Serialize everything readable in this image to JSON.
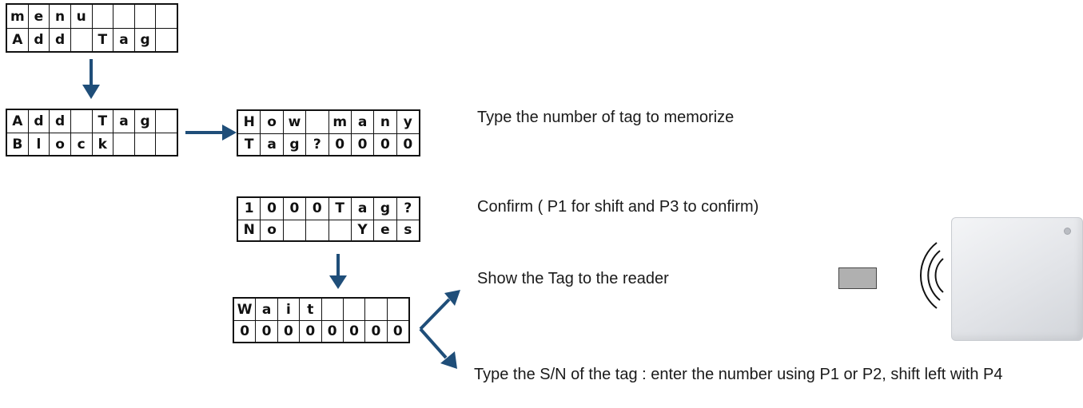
{
  "lcd_menu": {
    "row1": [
      "m",
      "e",
      "n",
      "u",
      "",
      "",
      "",
      ""
    ],
    "row2": [
      "A",
      "d",
      "d",
      "",
      "T",
      "a",
      "g",
      ""
    ]
  },
  "lcd_add_block": {
    "row1": [
      "A",
      "d",
      "d",
      "",
      "T",
      "a",
      "g",
      ""
    ],
    "row2": [
      "B",
      "l",
      "o",
      "c",
      "k",
      "",
      "",
      ""
    ]
  },
  "lcd_how_many": {
    "row1": [
      "H",
      "o",
      "w",
      "",
      "m",
      "a",
      "n",
      "y"
    ],
    "row2": [
      "T",
      "a",
      "g",
      "?",
      "0",
      "0",
      "0",
      "0"
    ]
  },
  "lcd_confirm": {
    "row1": [
      "1",
      "0",
      "0",
      "0",
      "T",
      "a",
      "g",
      "?"
    ],
    "row2": [
      "N",
      "o",
      "",
      "",
      "",
      "Y",
      "e",
      "s"
    ]
  },
  "lcd_wait": {
    "row1": [
      "W",
      "a",
      "i",
      "t",
      "",
      "",
      "",
      ""
    ],
    "row2": [
      "0",
      "0",
      "0",
      "0",
      "0",
      "0",
      "0",
      "0"
    ]
  },
  "captions": {
    "type_number": "Type the number of tag to memorize",
    "confirm": "Confirm ( P1 for shift and P3 to confirm)",
    "show_tag": "Show the Tag to the reader",
    "type_sn": "Type the S/N of the tag : enter the number using P1 or P2, shift left with P4"
  },
  "colors": {
    "arrow": "#1f4e79",
    "lcd_border": "#111111",
    "tag_chip": "#b0b0b0"
  },
  "icons": {
    "tag": "tag-chip-icon",
    "waves": "radio-waves-icon",
    "reader": "card-reader-icon"
  }
}
